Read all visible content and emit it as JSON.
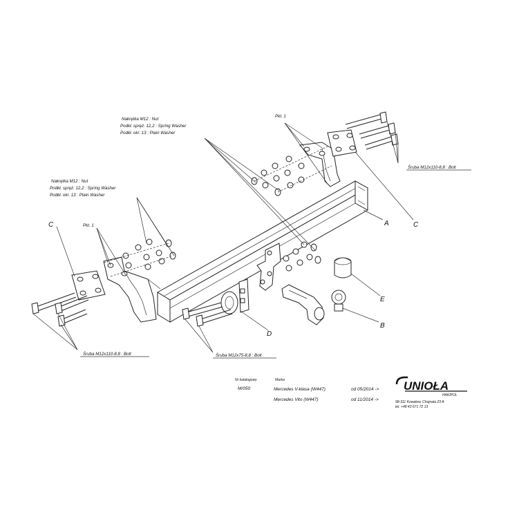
{
  "labels": {
    "pkt1_right": "Pkt. 1",
    "pkt1_left": "Pkt. 1",
    "nut_top_1": "Nakrętka M12 : Nut",
    "nut_top_2": "Podkł. spręż. 12,2 : Spring Washer",
    "nut_top_3": "Podkł. okr. 13 : Plain Washer",
    "nut_left_1": "Nakrętka M12 : Nut",
    "nut_left_2": "Podkł. spręż. 12,2 : Spring Washer",
    "nut_left_3": "Podkł. okr. 13 : Plain Washer",
    "bolt_right": "Śruba M12x110-8,8 : Bolt",
    "bolt_left": "Śruba M12x110-8,8 : Bolt",
    "bolt_bottom": "Śruba M12x75-8,8 : Bolt",
    "A": "A",
    "B": "B",
    "C_left": "C",
    "C_right": "C",
    "D": "D",
    "E": "E"
  },
  "title_block": {
    "code_label": "Nr katalogowy",
    "code": "M/050",
    "make_label": "Marka",
    "model_1": "Mercedes V-klasa (W447)",
    "date_1": "od 05/2014 ->",
    "model_2": "Mercedes Vito (W447)",
    "date_2": "od 11/2014 ->",
    "brand": "UNIOŁA",
    "brand_sub": "HAKIPOL",
    "address_1": "98-311 Kowalew, Chojnata 23 A",
    "address_2": "tel. +48 43 671 72 13"
  }
}
